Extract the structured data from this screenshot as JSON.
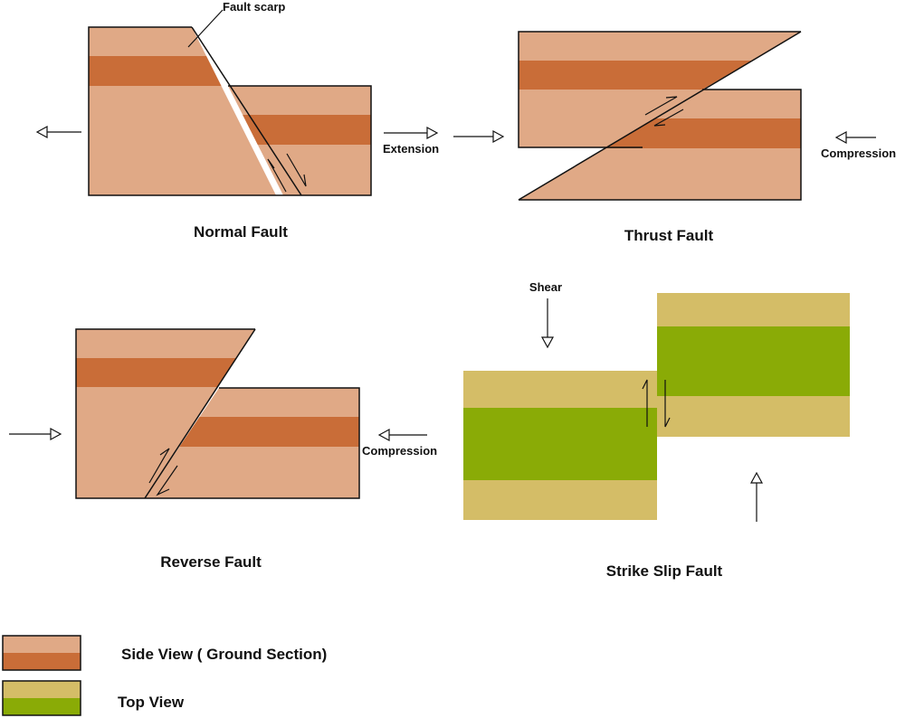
{
  "colors": {
    "rock_light": "#e0a986",
    "rock_dark": "#c96d38",
    "top_light": "#d4bd67",
    "top_dark": "#8aab06",
    "line": "#111111"
  },
  "normal_fault": {
    "title": "Normal Fault",
    "scarp_label": "Fault scarp",
    "stress_label": "Extension"
  },
  "thrust_fault": {
    "title": "Thrust Fault",
    "stress_label": "Compression"
  },
  "reverse_fault": {
    "title": "Reverse Fault",
    "stress_label": "Compression"
  },
  "strike_slip_fault": {
    "title": "Strike Slip Fault",
    "stress_label": "Shear"
  },
  "legend": {
    "side_view": "Side View ( Ground Section)",
    "top_view": "Top View"
  }
}
